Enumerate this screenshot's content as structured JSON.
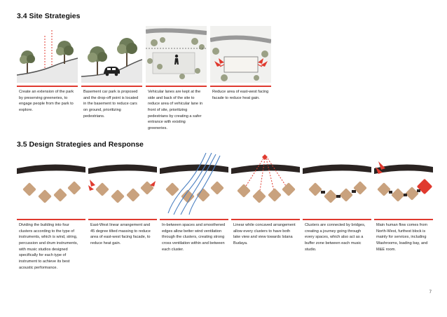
{
  "section_34": {
    "title": "3.4 Site Strategies",
    "captions": [
      "Create an extension of the park by preserving greeneries, to engage people from the park to explore.",
      "Basement car park is proposed and the drop-off point is located in the basement to reduce cars on ground, prioritizing pedestrians.",
      "Vehicular lanes are kept at the side and back of the site to reduce area of vehicular lane in front of site, prioritizing pedestrians by creating a safer entrance with existing greeneries.",
      "Reduce area of east-west facing facade to reduce heat gain."
    ]
  },
  "section_35": {
    "title": "3.5 Design Strategies and Response",
    "captions": [
      "Dividing the building into four clusters according to the type of instruments, which is wind, string, percussion and drum instruments, with music studios designed specifically for each type of instrument to achieve its best acoustic performance.",
      "East-West linear arrangement and 45 degree tilted massing to reduce area of east-west facing facade, to reduce heat gain.",
      "In-between spaces and smoothened edges allow better wind ventilation through the clusters, creating strong cross ventilation within and between each cluster.",
      "Linear while concaved arrangement allow every clusters to have both lake view and view towards Istana Budaya.",
      "Clusters are connected by bridges, creating a journey going through every spaces, which also act as a buffer zone between each music studio.",
      "Main human flow comes from North-West, furthest block is mainly for services, including Washrooms, loading bay, and M&E room."
    ]
  },
  "page_number": "7",
  "colors": {
    "accent": "#e03a2f",
    "cluster": "#c9a27e",
    "road": "#2b2422",
    "wind": "#4a7fc1"
  }
}
